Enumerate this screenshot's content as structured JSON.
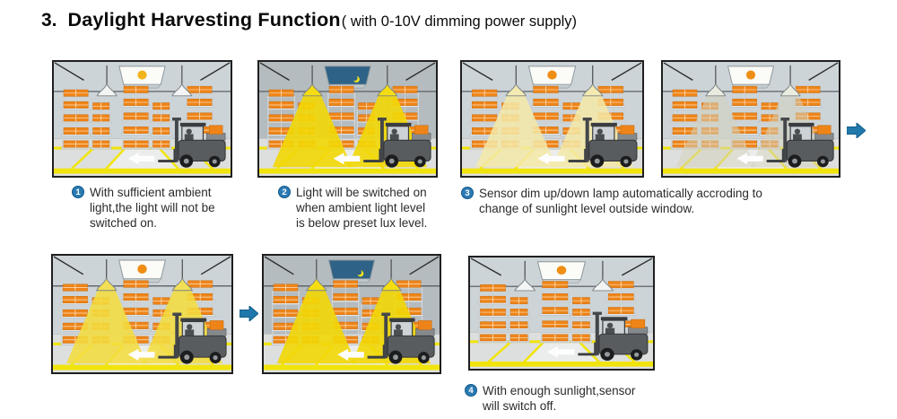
{
  "title": {
    "number": "3.",
    "main": "Daylight Harvesting Function",
    "suffix": "( with 0-10V dimming power supply)"
  },
  "steps": [
    {
      "number": "1",
      "text": "With sufficient ambient\nlight,the light will not be\nswitched on."
    },
    {
      "number": "2",
      "text": "Light will be switched on\nwhen ambient light level\nis below preset lux level."
    },
    {
      "number": "3",
      "text": "Sensor dim up/down lamp automatically accroding to\nchange of sunlight level outside window."
    },
    {
      "number": "4",
      "text": "With enough sunlight,sensor\nwill switch off."
    }
  ],
  "panels": [
    {
      "name": "sufficient-ambient-light",
      "skylight": "sun",
      "sun_color": "#f2b31c",
      "lamps": "off",
      "arrow_after": false
    },
    {
      "name": "night-lights-on",
      "skylight": "night",
      "sun_color": "",
      "lamps": "bright",
      "arrow_after": false
    },
    {
      "name": "daylight-lamps-dimmed",
      "skylight": "sun",
      "sun_color": "#ef8e14",
      "lamps": "dim",
      "arrow_after": false
    },
    {
      "name": "bright-sun-lamps-faint",
      "skylight": "sun",
      "sun_color": "#ef8e14",
      "lamps": "faint",
      "arrow_after": true
    },
    {
      "name": "less-sun-lamps-dim-up",
      "skylight": "sun",
      "sun_color": "#ef8e14",
      "lamps": "medium",
      "arrow_after": true
    },
    {
      "name": "night-lights-full-on",
      "skylight": "night",
      "sun_color": "",
      "lamps": "bright",
      "arrow_after": false
    },
    {
      "name": "enough-sun-lights-off",
      "skylight": "sun",
      "sun_color": "#ef8e14",
      "lamps": "off",
      "arrow_after": false
    }
  ],
  "colors": {
    "accent_blue": "#2178aa",
    "cone_yellow": "#f2d705",
    "box_orange": "#ee8418",
    "stripe_yellow": "#f1e40c"
  }
}
